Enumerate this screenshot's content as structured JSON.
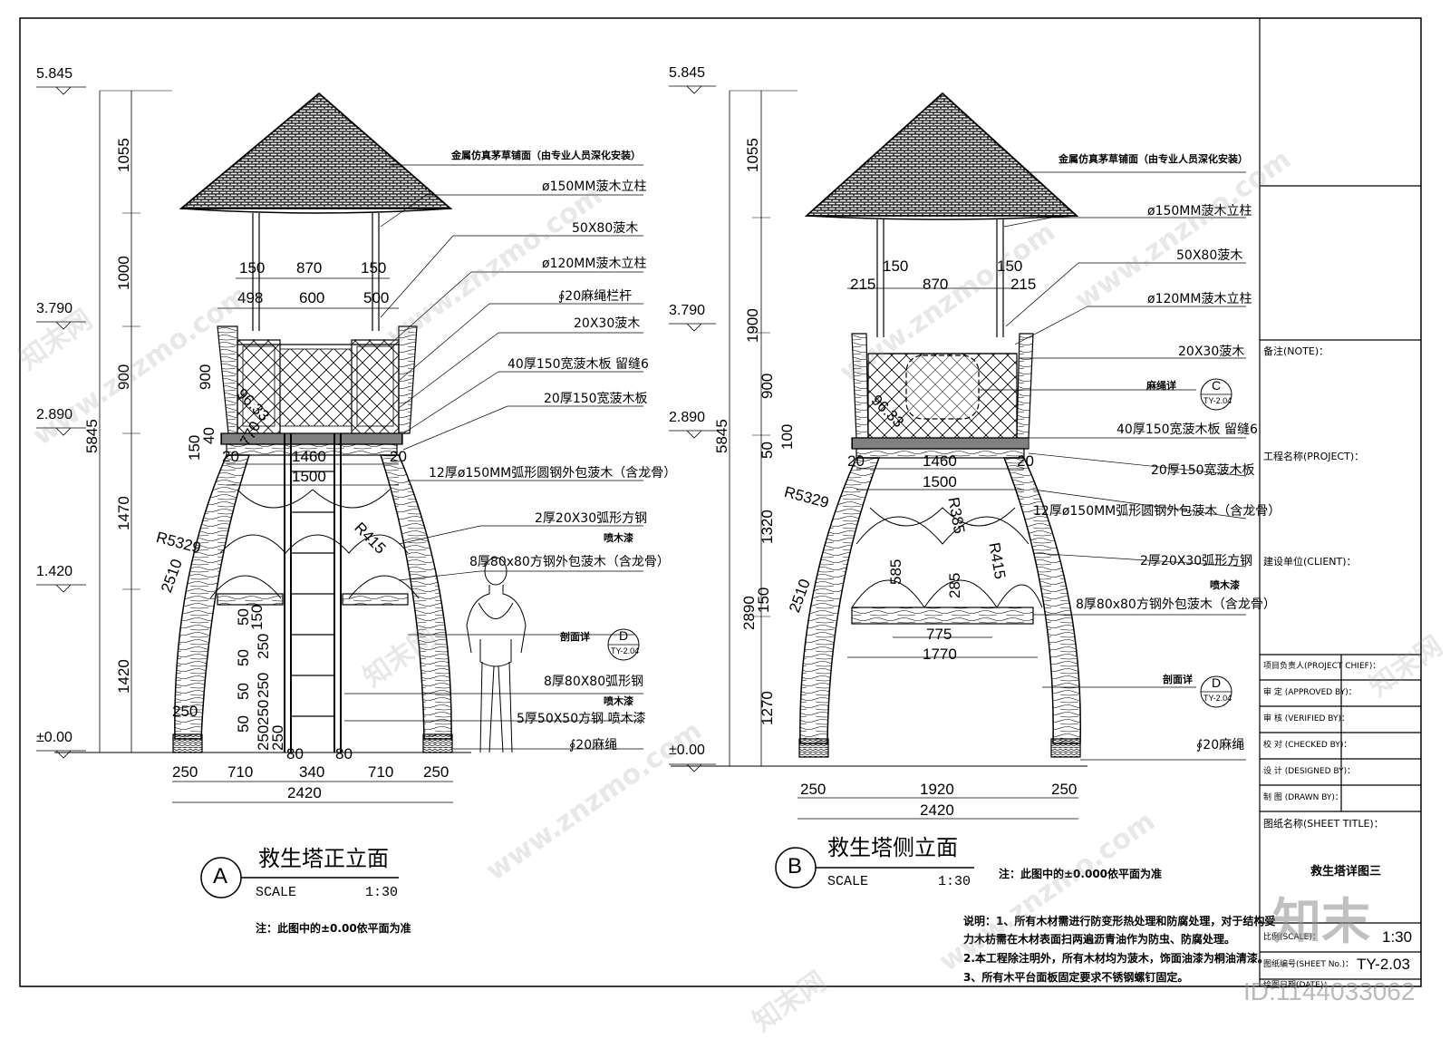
{
  "drawing_a": {
    "title": "救生塔正立面",
    "marker": "A",
    "scale_label": "SCALE",
    "scale_value": "1:30",
    "note": "注：此图中的±0.00依平面为准",
    "levels": [
      "5.845",
      "3.790",
      "2.890",
      "1.420",
      "±0.00"
    ],
    "vert_dims": [
      "1055",
      "1000",
      "900",
      "1470",
      "1420",
      "5845",
      "900",
      "150",
      "40"
    ],
    "top_dims": [
      "150",
      "870",
      "150",
      "498",
      "600",
      "500"
    ],
    "mid_dims": [
      "20",
      "1460",
      "20",
      "1500"
    ],
    "bottom_dims": [
      "250",
      "710",
      "80",
      "340",
      "80",
      "710",
      "250",
      "2420"
    ],
    "ladder_dims": [
      "50",
      "150",
      "250",
      "50",
      "250",
      "50",
      "250",
      "50",
      "250",
      "250"
    ],
    "misc_dims": [
      "R5329",
      "2510",
      "R415",
      "96.33",
      "770",
      "250"
    ],
    "labels": [
      "金属仿真茅草铺面（由专业人员深化安装）",
      "ø150MM菠木立柱",
      "50X80菠木",
      "ø120MM菠木立柱",
      "∮20麻绳栏杆",
      "20X30菠木",
      "40厚150宽菠木板 留缝6",
      "20厚150宽菠木板",
      "12厚ø150MM弧形圆钢外包菠木（含龙骨）",
      "2厚20X30弧形方钢",
      "喷木漆",
      "8厚80x80方钢外包菠木（含龙骨）",
      "剖面详",
      "8厚80X80弧形钢",
      "喷木漆",
      "5厚50X50方钢  喷木漆",
      "∮20麻绳"
    ],
    "section_ref": {
      "letter": "D",
      "sheet": "TY-2.04"
    }
  },
  "drawing_b": {
    "title": "救生塔侧立面",
    "marker": "B",
    "scale_label": "SCALE",
    "scale_value": "1:30",
    "note": "注：此图中的±0.000依平面为准",
    "levels": [
      "5.845",
      "3.790",
      "2.890",
      "±0.00"
    ],
    "vert_dims": [
      "1055",
      "1900",
      "900",
      "5845",
      "50",
      "100",
      "1320",
      "2890",
      "150",
      "1270"
    ],
    "top_dims": [
      "215",
      "150",
      "870",
      "150",
      "215"
    ],
    "mid_dims": [
      "20",
      "1460",
      "20",
      "1500"
    ],
    "bottom_dims": [
      "250",
      "1920",
      "250",
      "2420"
    ],
    "misc_dims": [
      "R5329",
      "2510",
      "R385",
      "R415",
      "585",
      "285",
      "775",
      "1770",
      "96.33"
    ],
    "labels": [
      "金属仿真茅草铺面（由专业人员深化安装）",
      "ø150MM菠木立柱",
      "50X80菠木",
      "ø120MM菠木立柱",
      "20X30菠木",
      "麻绳详",
      "40厚150宽菠木板  留缝6",
      "20厚150宽菠木板",
      "12厚ø150MM弧形圆钢外包菠木（含龙骨）",
      "2厚20X30弧形方钢",
      "喷木漆",
      "8厚80x80方钢外包菠木（含龙骨）",
      "剖面详",
      "∮20麻绳"
    ],
    "rope_ref": {
      "letter": "C",
      "sheet": "TY-2.04"
    },
    "section_ref": {
      "letter": "D",
      "sheet": "TY-2.04"
    }
  },
  "notes": {
    "lines": [
      "说明：1、所有木材需进行防变形热处理和防腐处理，对于结构受",
      "力木枋需在木材表面扫两遍沥青油作为防虫、防腐处理。",
      "2.本工程除注明外，所有木材均为菠木，饰面油漆为桐油清漆。",
      "3、所有木平台面板固定要求不锈钢螺钉固定。"
    ]
  },
  "title_block": {
    "note_label": "备注(NOTE)：",
    "project_label": "工程名称(PROJECT)：",
    "client_label": "建设单位(CLIENT)：",
    "roles": [
      "项目负责人(PROJECT CHIEF)：",
      "审 定 (APPROVED BY)：",
      "审 核 (VERIFIED BY)：",
      "校 对 (CHECKED BY)：",
      "设 计 (DESIGNED BY)：",
      "制 图 (DRAWN BY)："
    ],
    "sheet_title_label": "图纸名称(SHEET TITLE)：",
    "sheet_title": "救生塔详图三",
    "scale_label": "比例(SCALE)：",
    "scale_value": "1:30",
    "sheet_no_label": "图纸编号(SHEET No.)：",
    "sheet_no": "TY-2.03",
    "date_label": "绘图日期(DATE)："
  },
  "watermark": {
    "site": "www.znzmo.com",
    "brand": "知末网",
    "logo": "知末",
    "id": "ID:1144033062"
  }
}
